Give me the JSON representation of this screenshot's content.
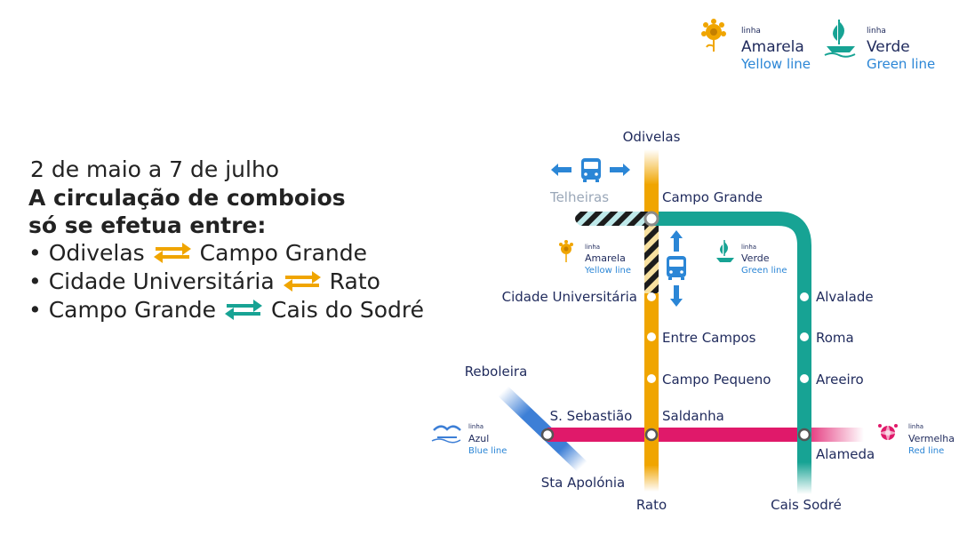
{
  "info": {
    "date": "2 de maio a 7 de julho",
    "heading_line1": "A circulação de comboios",
    "heading_line2": "só se efetua entre:",
    "bullet": "•",
    "routes": [
      {
        "from": "Odivelas",
        "to": "Campo Grande",
        "arrow_color": "#f0a500"
      },
      {
        "from": "Cidade Universitária",
        "to": "Rato",
        "arrow_color": "#f0a500"
      },
      {
        "from": "Campo Grande",
        "to": "Cais do Sodré",
        "arrow_color": "#17a394"
      }
    ]
  },
  "legend_top": [
    {
      "prefix": "linha",
      "name": "Amarela",
      "english": "Yellow line",
      "icon": "sunflower-icon",
      "color": "#f0a500"
    },
    {
      "prefix": "linha",
      "name": "Verde",
      "english": "Green line",
      "icon": "caravel-icon",
      "color": "#17a394"
    }
  ],
  "legend_map": {
    "yellow": {
      "prefix": "linha",
      "name": "Amarela",
      "english": "Yellow line",
      "icon": "sunflower-icon"
    },
    "green": {
      "prefix": "linha",
      "name": "Verde",
      "english": "Green line",
      "icon": "caravel-icon"
    },
    "blue": {
      "prefix": "linha",
      "name": "Azul",
      "english": "Blue line",
      "icon": "gull-icon"
    },
    "red": {
      "prefix": "linha",
      "name": "Vermelha",
      "english": "Red line",
      "icon": "compass-rose-icon"
    }
  },
  "colors": {
    "yellow": "#f0a500",
    "green": "#17a394",
    "blue": "#3d7fd6",
    "red": "#e0196a",
    "navy": "#1f2a5c",
    "bus_blue": "#2b86d6",
    "inactive_grey": "#9aa7b8"
  },
  "stations": {
    "odivelas": "Odivelas",
    "telheiras": "Telheiras",
    "campo_grande": "Campo Grande",
    "cidade_universitaria": "Cidade Universitária",
    "alvalade": "Alvalade",
    "entre_campos": "Entre Campos",
    "roma": "Roma",
    "reboleira": "Reboleira",
    "campo_pequeno": "Campo Pequeno",
    "areeiro": "Areeiro",
    "s_sebastiao": "S. Sebastião",
    "saldanha": "Saldanha",
    "alameda": "Alameda",
    "sta_apolonia": "Sta Apolónia",
    "rato": "Rato",
    "cais_sodre": "Cais Sodré"
  },
  "icons": {
    "bus_horizontal": "bus-icon",
    "bus_vertical": "bus-icon"
  }
}
